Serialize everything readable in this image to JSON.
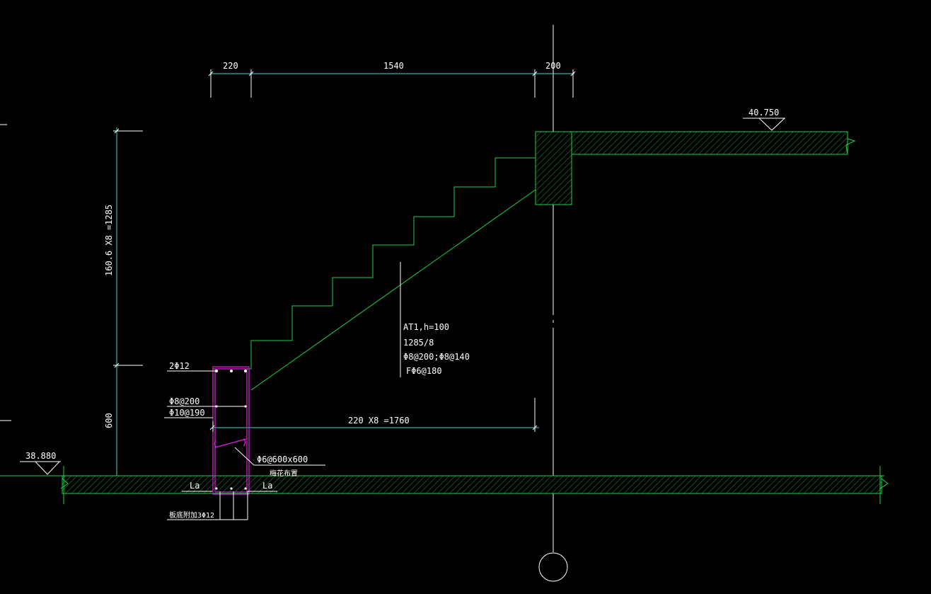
{
  "drawing": {
    "colors": {
      "background": "#000000",
      "structure": "#1fcf4a",
      "rebar": "#e020e0",
      "dimension": "#3fd6d6",
      "text": "#ffffff"
    },
    "top_dims": [
      "220",
      "1540",
      "200"
    ],
    "left_dims": [
      "160.6 X8 =1285",
      "600"
    ],
    "run_dim": "220 X8 =1760",
    "elevation_upper": "40.750",
    "elevation_lower": "38.880",
    "stair_note": {
      "line1": "AT1,h=100",
      "line2": "1285/8",
      "line3": "Φ8@200;Φ8@140",
      "line4": "FΦ6@180"
    },
    "beam_labels": {
      "top_bar": "2Φ12",
      "stirrup_a": "Φ8@200",
      "stirrup_b": "Φ10@190",
      "tie": "Φ6@600x600",
      "tie_note": "梅花布置",
      "anchor_left": "La",
      "anchor_right": "La",
      "bottom_bar": "板底附加3Φ12"
    }
  }
}
